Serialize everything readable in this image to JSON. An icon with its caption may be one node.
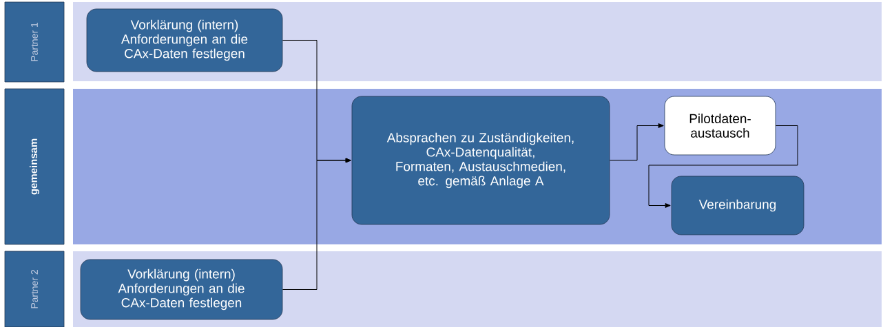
{
  "diagram": {
    "nodes": [
      {
        "text": [
          "Partner 1"
        ]
      },
      {
        "text": [
          "Vorklärung (intern) Anforderungen an die CAx-Daten festlegen"
        ]
      },
      {
        "text": [
          "gemeinsam"
        ]
      },
      {
        "text": [
          "Absprachen zu Zuständigkeiten, CAx-Datenqualität, Formaten, Austauschmedien, etc. gemäß Anlage A"
        ]
      },
      {
        "text": [
          "Pilotdaten- austausch"
        ]
      },
      {
        "text": [
          "Vereinbarung"
        ]
      },
      {
        "text": [
          "Partner 2"
        ]
      },
      {
        "text": [
          "Vorklärung (intern) Anforderungen an die CAx-Daten festlegen"
        ]
      }
    ],
    "edges": [
      {
        "from": 1,
        "to": 3,
        "arrow": "to"
      },
      {
        "from": 7,
        "to": 3,
        "arrow": "to"
      },
      {
        "from": 3,
        "to": 4,
        "arrow": "to"
      },
      {
        "from": 4,
        "to": 5,
        "arrow": "to"
      }
    ]
  }
}
